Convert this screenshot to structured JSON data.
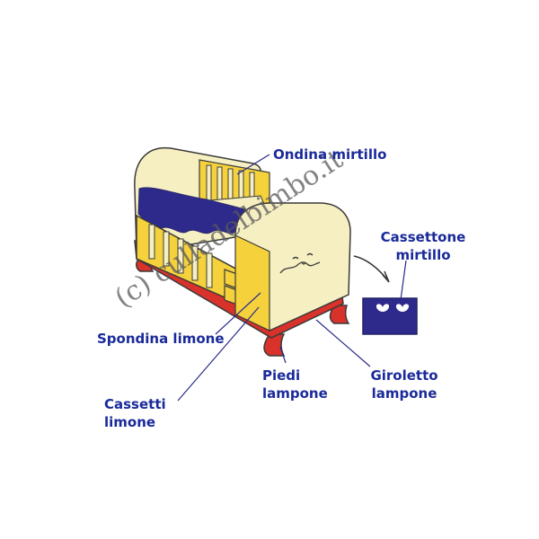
{
  "labels": {
    "ondina": "Ondina mirtillo",
    "cassettone_line1": "Cassettone",
    "cassettone_line2": "mirtillo",
    "spondina": "Spondina limone",
    "piedi_line1": "Piedi",
    "piedi_line2": "lampone",
    "giroletto_line1": "Giroletto",
    "giroletto_line2": "lampone",
    "cassetti_line1": "Cassetti",
    "cassetti_line2": "limone"
  },
  "watermark": "(c) culladelbimbo.it",
  "colors": {
    "label_text": "#1a2a9a",
    "leader_line": "#2a2a8a",
    "limone": "#f5d23c",
    "crema": "#f6efc2",
    "mirtillo": "#2e2a8c",
    "lampone": "#d8322a",
    "outline": "#3a3a3a"
  }
}
